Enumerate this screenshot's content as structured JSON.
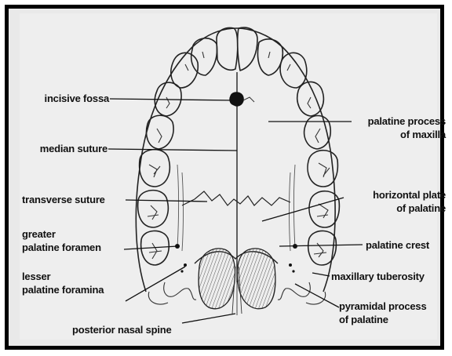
{
  "labels": {
    "incisive_fossa": "incisive fossa",
    "median_suture": "median suture",
    "transverse_suture": "transverse suture",
    "greater_line1": "greater",
    "greater_line2": "palatine foramen",
    "lesser_line1": "lesser",
    "lesser_line2": "palatine foramina",
    "posterior_nasal_spine": "posterior nasal spine",
    "palatine_process_line1": "palatine process",
    "palatine_process_line2": "of maxilla",
    "horizontal_plate_line1": "horizontal plate",
    "horizontal_plate_line2": "of palatine",
    "palatine_crest": "palatine crest",
    "maxillary_tuberosity": "maxillary tuberosity",
    "pyramidal_line1": "pyramidal process",
    "pyramidal_line2": "of palatine"
  }
}
